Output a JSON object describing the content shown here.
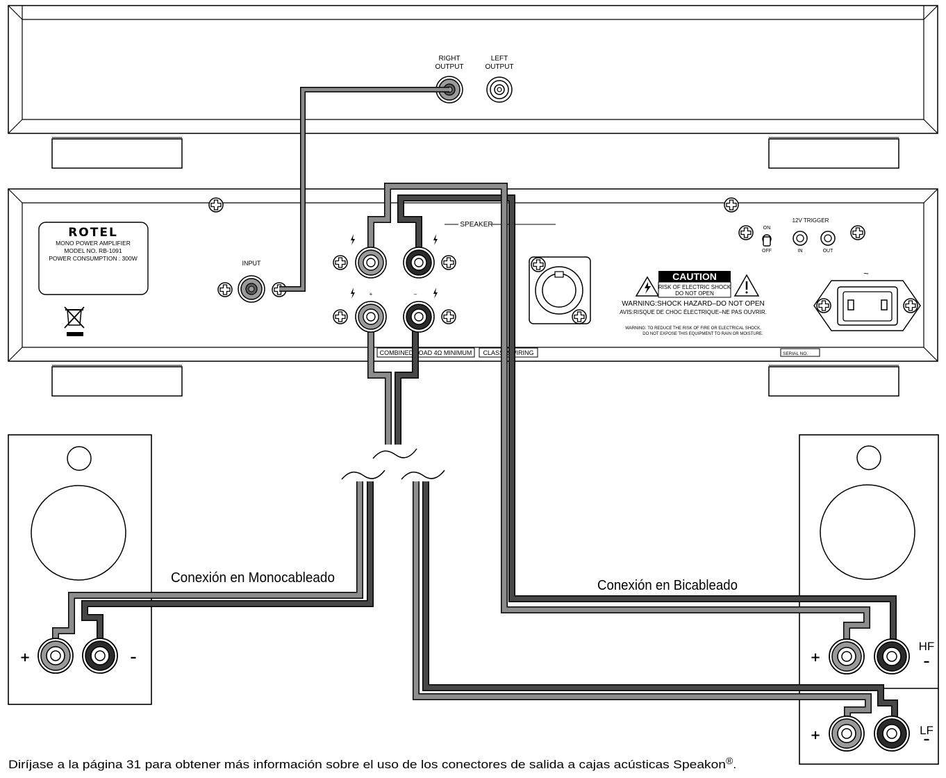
{
  "source_unit": {
    "right_output": [
      "RIGHT",
      "OUTPUT"
    ],
    "left_output": [
      "LEFT",
      "OUTPUT"
    ]
  },
  "amplifier": {
    "brand": "ROTEL",
    "label_lines": [
      "MONO POWER AMPLIFIER",
      "MODEL NO. RB-1091",
      "POWER CONSUMPTION : 300W"
    ],
    "input": "INPUT",
    "speaker": "SPEAKER",
    "plus": "+",
    "minus": "–",
    "combined_load": "COMBINED LOAD 4Ω MINIMUM",
    "class_wiring": "CLASS 2 WIRING",
    "trigger_title": "12V TRIGGER",
    "trigger_in": "IN",
    "trigger_out": "OUT",
    "switch_on": "ON",
    "switch_off": "OFF",
    "ac": "~",
    "caution_title": "CAUTION",
    "caution_lines": [
      "RISK OF ELECTRIC SHOCK",
      "DO NOT OPEN"
    ],
    "warning_line": "WARNING:SHOCK HAZARD–DO NOT OPEN",
    "avis_line": "AVIS:RISQUE DE CHOC ÉLECTRIQUE–NE PAS OUVRIR.",
    "warning_small_1": "WARNING: TO REDUCE THE RISK OF FIRE OR ELECTRICAL SHOCK,",
    "warning_small_2": "DO NOT EXPOSE THIS EQUIPMENT TO RAIN OR MOISTURE.",
    "serial": "SERIAL NO."
  },
  "labels": {
    "mono": "Conexión en Monocableado",
    "bi": "Conexión en Bicableado"
  },
  "speakers": {
    "plus": "+",
    "minus": "–",
    "hf": "HF",
    "lf": "LF"
  },
  "footer": {
    "text": "Diríjase a la página 31 para obtener más información sobre el uso de los conectores de salida a cajas acústicas Speakon",
    "reg": "®",
    "period": "."
  },
  "colors": {
    "wire_light": "#8c8c8c",
    "wire_dark": "#474747",
    "terminal_gray": "#9a9a9a",
    "terminal_black": "#2b2b2b"
  }
}
